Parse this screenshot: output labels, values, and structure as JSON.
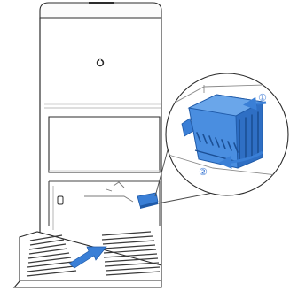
{
  "steps": [
    {
      "label": "①"
    },
    {
      "label": "②"
    }
  ],
  "colors": {
    "outline": "#2b2b2b",
    "accent_blue": "#3a7fd6",
    "accent_blue_dark": "#1f5aa8",
    "callout_line": "#4a4a4a"
  },
  "illustration": {
    "subject": "docking-station-with-removable-filter",
    "icons": [
      "station-logo-icon",
      "filter-cartridge-icon",
      "arrow-icon"
    ]
  }
}
